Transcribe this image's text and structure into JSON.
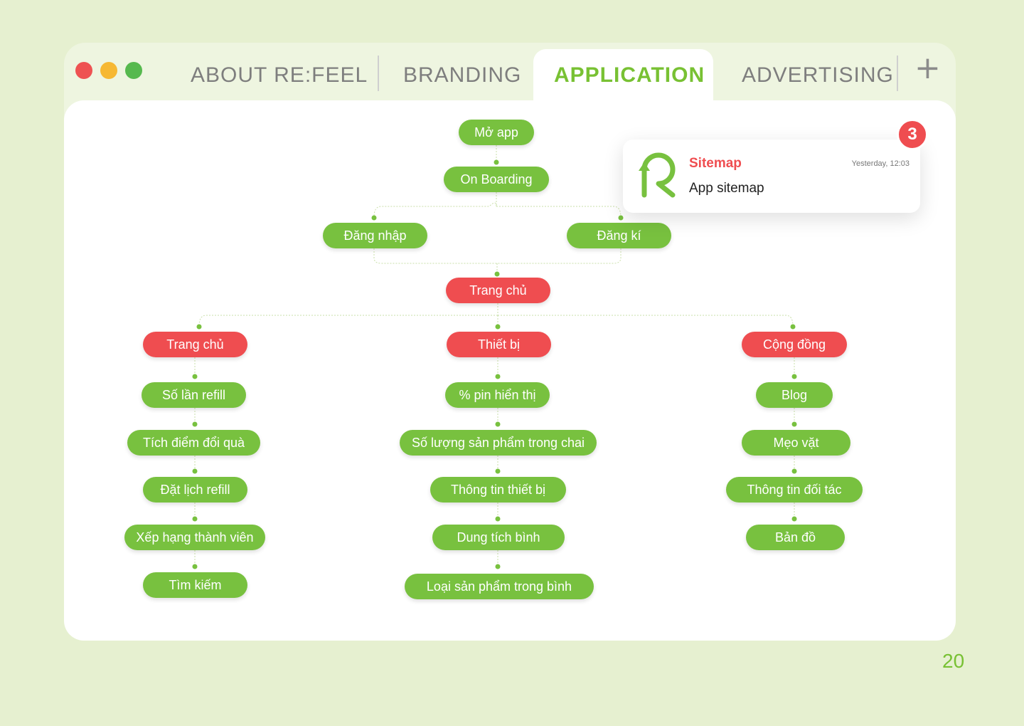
{
  "tabs": {
    "tab1": "ABOUT RE:FEEL",
    "tab2": "BRANDING",
    "tab3": "APPLICATION",
    "tab4": "ADVERTISING",
    "add": "+"
  },
  "nodes": {
    "mo_app": "Mở app",
    "on_boarding": "On Boarding",
    "dang_nhap": "Đăng nhập",
    "dang_ki": "Đăng kí",
    "trang_chu_main": "Trang chủ",
    "trang_chu": "Trang chủ",
    "thiet_bi": "Thiết bị",
    "cong_dong": "Cộng đồng",
    "so_lan_refill": "Số lần refill",
    "tich_diem": "Tích điểm đổi quà",
    "dat_lich": "Đặt lịch refill",
    "xep_hang": "Xếp hạng thành viên",
    "tim_kiem": "Tìm kiếm",
    "pin": "% pin hiển thị",
    "so_luong": "Số lượng sản phẩm trong chai",
    "thong_tin_tb": "Thông tin thiết bị",
    "dung_tich": "Dung tích bình",
    "loai_sp": "Loại sản phẩm trong bình",
    "blog": "Blog",
    "meo_vat": "Mẹo vặt",
    "thong_tin_dt": "Thông tin đối tác",
    "ban_do": "Bản đồ"
  },
  "notification": {
    "title": "Sitemap",
    "subtitle": "App sitemap",
    "time": "Yesterday, 12:03",
    "badge": "3"
  },
  "page_number": "20",
  "colors": {
    "background": "#e6f0d0",
    "green": "#78c13f",
    "red": "#ef4d50",
    "tab_active": "#78c133",
    "tab_inactive": "#7e7e7e"
  }
}
